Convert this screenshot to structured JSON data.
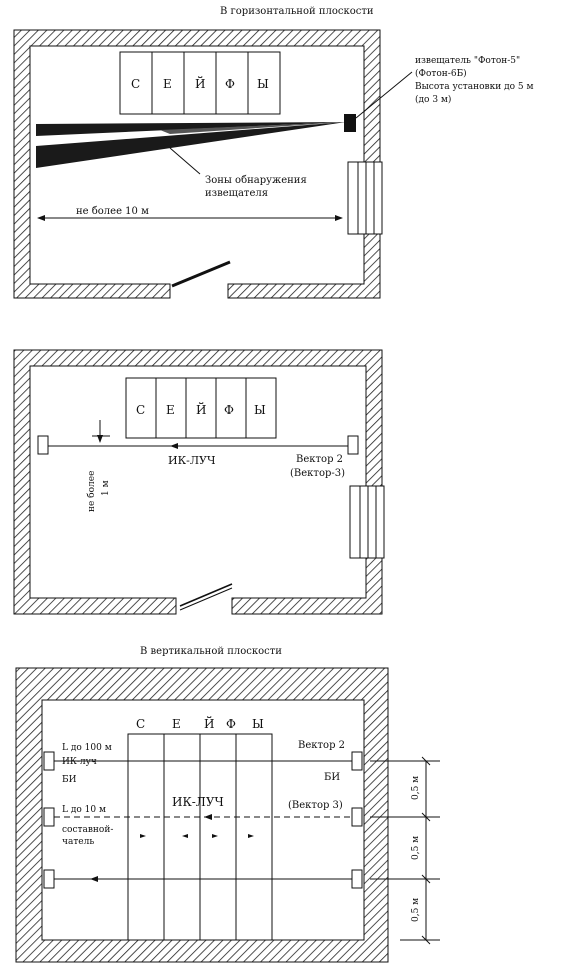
{
  "diagram": {
    "horizontal_title": "В горизонтальной плоскости",
    "vertical_title": "В вертикальной плоскости",
    "safe_letters": [
      "С",
      "Е",
      "Й",
      "Ф",
      "Ы"
    ],
    "diagram1": {
      "detector_label_lines": [
        "извещатель \"Фотон-5\"",
        "(Фотон-6Б)",
        "Высота установки до 5 м",
        "(до 3 м)"
      ],
      "zones_label_lines": [
        "Зоны обнаружения",
        "извещателя"
      ],
      "distance_label": "не более 10 м"
    },
    "diagram2": {
      "beam_label": "ИК-ЛУЧ",
      "vector_label_lines": [
        "Вектор 2",
        "(Вектор-3)"
      ],
      "gap_label_lines": [
        "не более",
        "1 м"
      ]
    },
    "diagram3": {
      "left_top_lines": [
        "L до 100 м",
        "ИК-луч",
        "БИ"
      ],
      "left_mid_lines": [
        "L до 10 м",
        "составной-",
        "чатель"
      ],
      "vector2_label": "Вектор 2",
      "bi_label": "БИ",
      "vector3_label": "(Вектор 3)",
      "beam_label": "ИК-ЛУЧ",
      "spacing_labels": [
        "0,5 м",
        "0,5 м",
        "0,5 м"
      ]
    }
  }
}
